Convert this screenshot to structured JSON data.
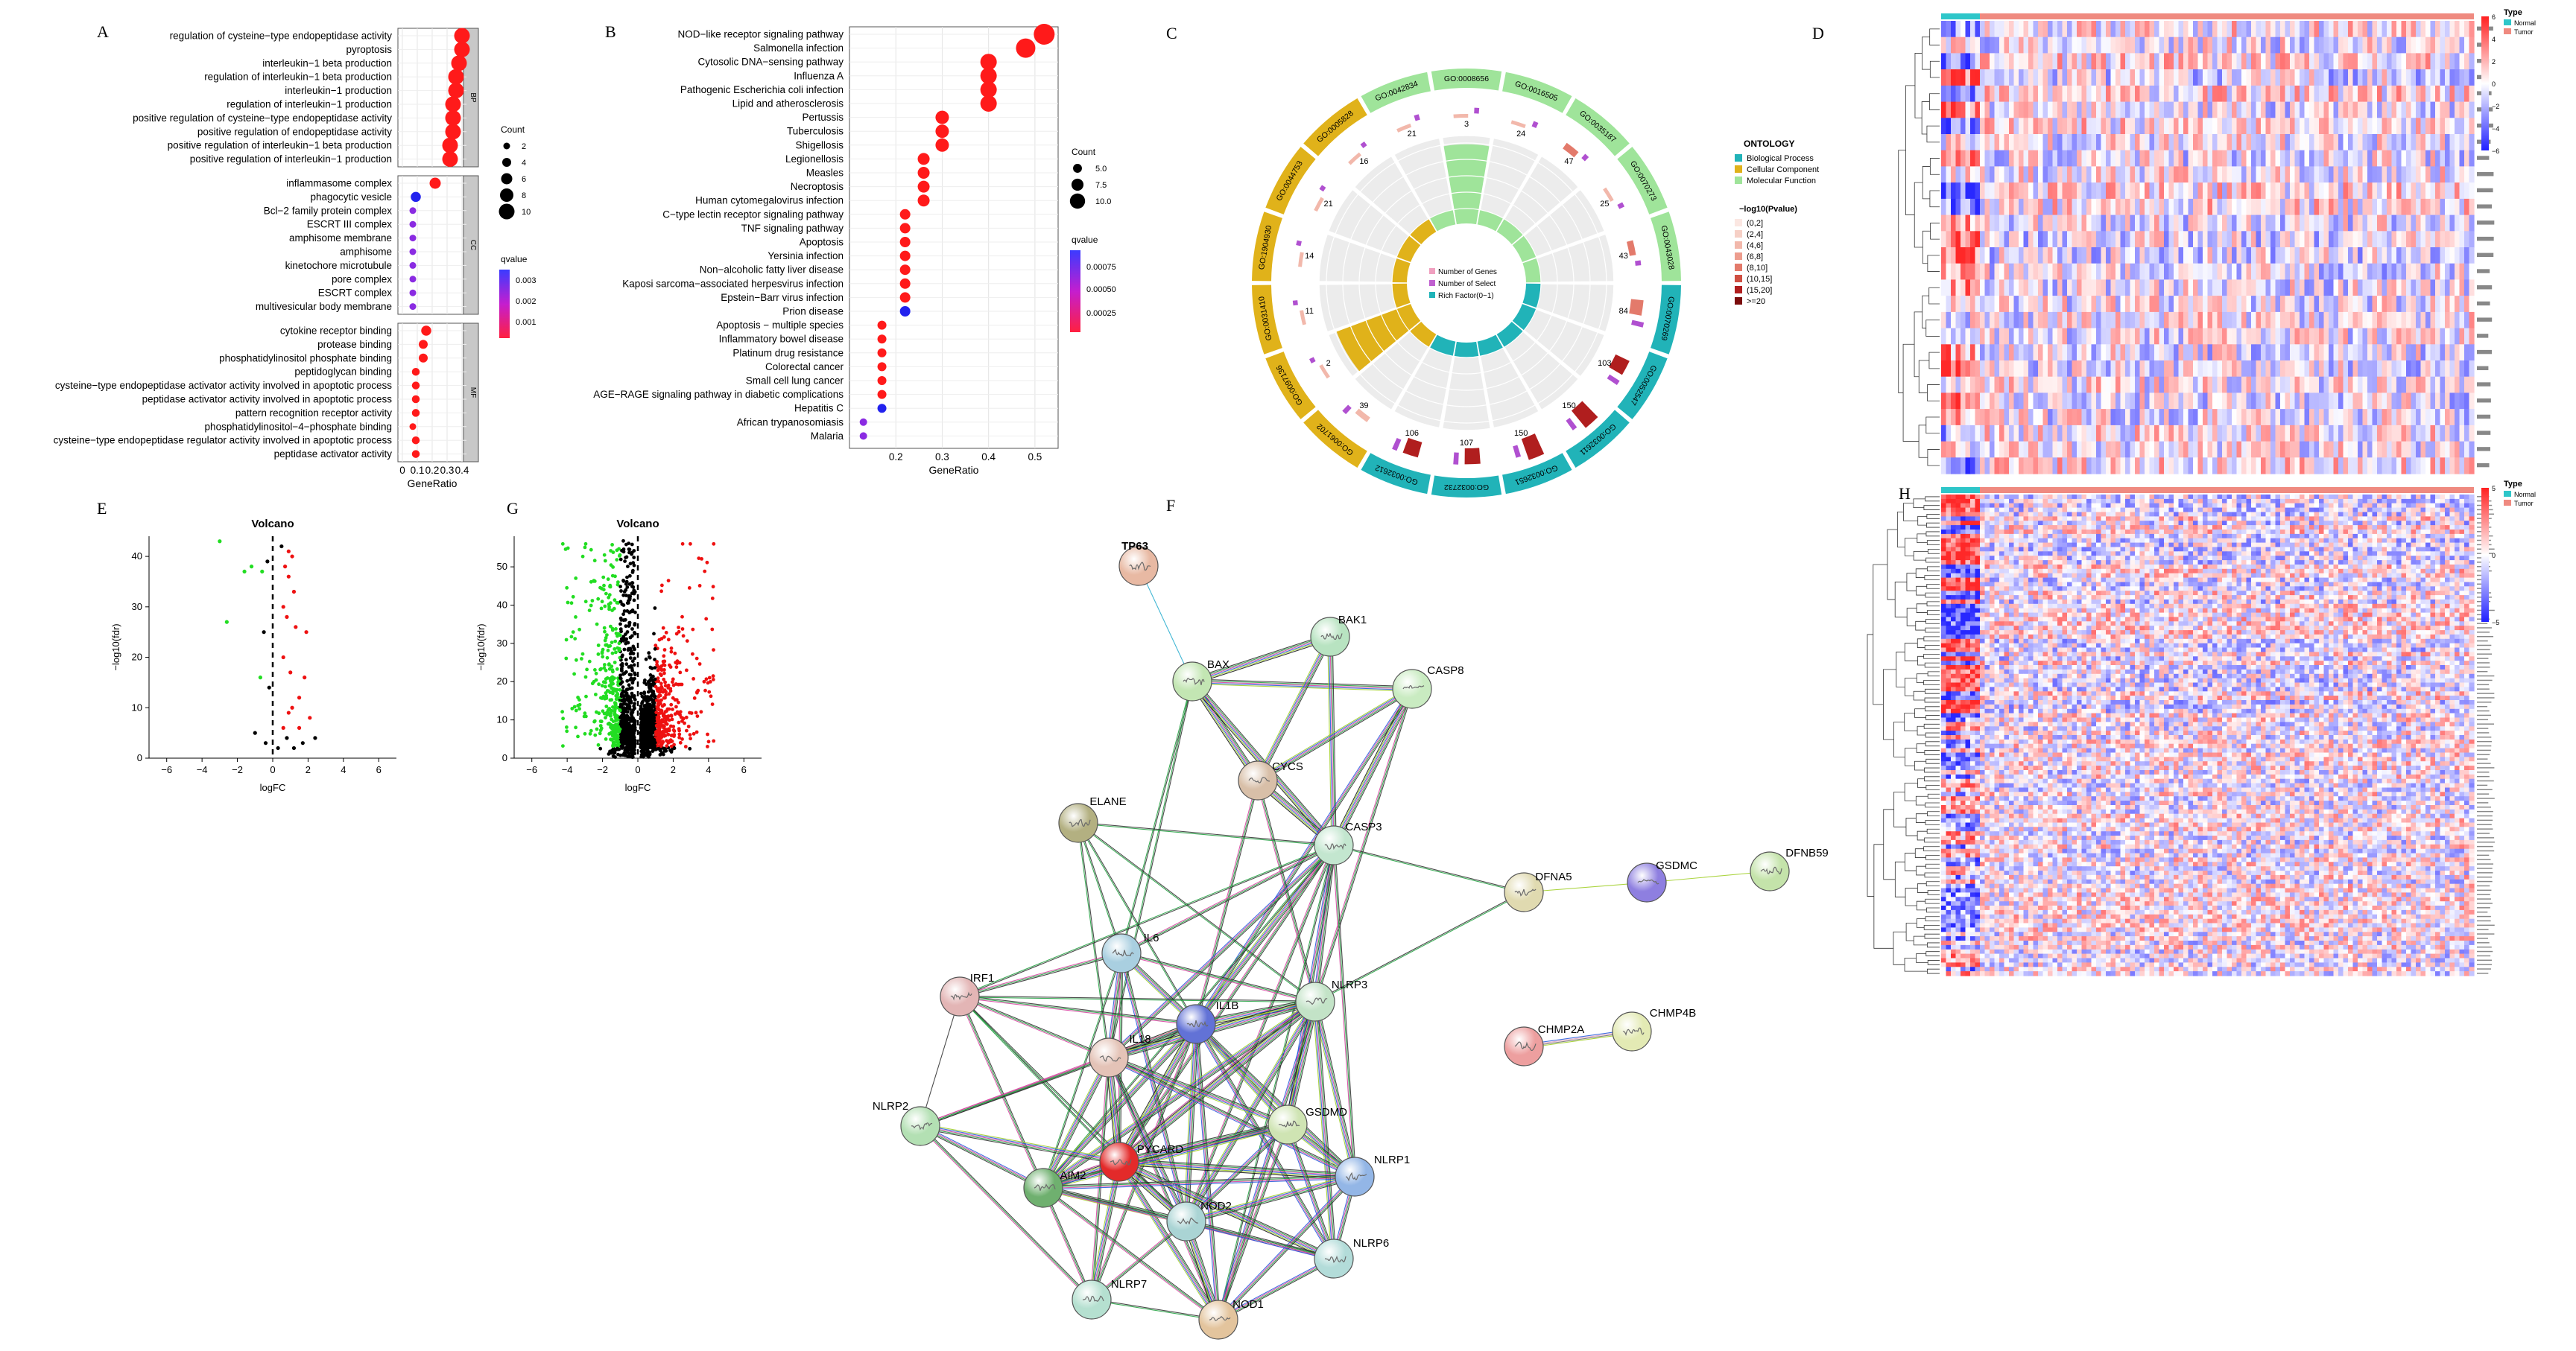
{
  "panel_letters": [
    "A",
    "B",
    "C",
    "D",
    "E",
    "G",
    "F",
    "H"
  ],
  "colors": {
    "red": "#ff1a1a",
    "blue": "#2222ee",
    "purple": "#8a2be2",
    "up": "#ee1111",
    "down": "#22dd22",
    "ns": "#000000",
    "bp": "#21b3b8",
    "cc": "#e0b21a",
    "mf": "#9fe49a",
    "normal": "#2ec6c9",
    "tumor": "#ef8a80"
  },
  "chart_data": [
    {
      "id": "A",
      "type": "scatter",
      "xlabel": "GeneRatio",
      "ticks": [
        "0",
        "0.1",
        "0.2",
        "0.3",
        "0.4"
      ],
      "groups": [
        {
          "name": "BP",
          "rows": [
            {
              "term": "regulation of cysteine−type endopeptidase activity",
              "x": 0.4,
              "count": 10,
              "color": "red"
            },
            {
              "term": "pyroptosis",
              "x": 0.4,
              "count": 10,
              "color": "red"
            },
            {
              "term": "interleukin−1 beta production",
              "x": 0.38,
              "count": 10,
              "color": "red"
            },
            {
              "term": "regulation of interleukin−1 beta production",
              "x": 0.36,
              "count": 10,
              "color": "red"
            },
            {
              "term": "interleukin−1 production",
              "x": 0.36,
              "count": 10,
              "color": "red"
            },
            {
              "term": "regulation of interleukin−1 production",
              "x": 0.34,
              "count": 10,
              "color": "red"
            },
            {
              "term": "positive regulation of cysteine−type endopeptidase activity",
              "x": 0.34,
              "count": 10,
              "color": "red"
            },
            {
              "term": "positive regulation of endopeptidase activity",
              "x": 0.34,
              "count": 10,
              "color": "red"
            },
            {
              "term": "positive regulation of interleukin−1 beta production",
              "x": 0.32,
              "count": 10,
              "color": "red"
            },
            {
              "term": "positive regulation of interleukin−1 production",
              "x": 0.32,
              "count": 10,
              "color": "red"
            }
          ]
        },
        {
          "name": "CC",
          "rows": [
            {
              "term": "inflammasome complex",
              "x": 0.22,
              "count": 6,
              "color": "red"
            },
            {
              "term": "phagocytic vesicle",
              "x": 0.09,
              "count": 5,
              "color": "blue"
            },
            {
              "term": "Bcl−2 family protein complex",
              "x": 0.07,
              "count": 2,
              "color": "purple"
            },
            {
              "term": "ESCRT III complex",
              "x": 0.07,
              "count": 2,
              "color": "purple"
            },
            {
              "term": "amphisome membrane",
              "x": 0.07,
              "count": 2,
              "color": "purple"
            },
            {
              "term": "amphisome",
              "x": 0.07,
              "count": 2,
              "color": "purple"
            },
            {
              "term": "kinetochore microtubule",
              "x": 0.07,
              "count": 2,
              "color": "purple"
            },
            {
              "term": "pore complex",
              "x": 0.07,
              "count": 2,
              "color": "purple"
            },
            {
              "term": "ESCRT complex",
              "x": 0.07,
              "count": 2,
              "color": "purple"
            },
            {
              "term": "multivesicular body membrane",
              "x": 0.07,
              "count": 2,
              "color": "purple"
            }
          ]
        },
        {
          "name": "MF",
          "rows": [
            {
              "term": "cytokine receptor binding",
              "x": 0.16,
              "count": 5,
              "color": "red"
            },
            {
              "term": "protease binding",
              "x": 0.14,
              "count": 4,
              "color": "red"
            },
            {
              "term": "phosphatidylinositol phosphate binding",
              "x": 0.14,
              "count": 4,
              "color": "red"
            },
            {
              "term": "peptidoglycan binding",
              "x": 0.09,
              "count": 3,
              "color": "red"
            },
            {
              "term": "cysteine−type endopeptidase activator activity involved in apoptotic process",
              "x": 0.09,
              "count": 3,
              "color": "red"
            },
            {
              "term": "peptidase activator activity involved in apoptotic process",
              "x": 0.09,
              "count": 3,
              "color": "red"
            },
            {
              "term": "pattern recognition receptor activity",
              "x": 0.09,
              "count": 3,
              "color": "red"
            },
            {
              "term": "phosphatidylinositol−4−phosphate binding",
              "x": 0.07,
              "count": 2,
              "color": "red"
            },
            {
              "term": "cysteine−type endopeptidase regulator activity involved in apoptotic process",
              "x": 0.09,
              "count": 3,
              "color": "red"
            },
            {
              "term": "peptidase activator activity",
              "x": 0.09,
              "count": 3,
              "color": "red"
            }
          ]
        }
      ],
      "legend_size": {
        "title": "Count",
        "values": [
          "2",
          "4",
          "6",
          "8",
          "10"
        ]
      },
      "legend_color": {
        "title": "qvalue",
        "values": [
          "0.003",
          "0.002",
          "0.001"
        ]
      }
    },
    {
      "id": "B",
      "type": "scatter",
      "xlabel": "GeneRatio",
      "ticks": [
        "0.2",
        "0.3",
        "0.4",
        "0.5"
      ],
      "rows": [
        {
          "term": "NOD−like receptor signaling pathway",
          "x": 0.52,
          "count": 12,
          "color": "red"
        },
        {
          "term": "Salmonella infection",
          "x": 0.48,
          "count": 11,
          "color": "red"
        },
        {
          "term": "Cytosolic DNA−sensing pathway",
          "x": 0.4,
          "count": 9,
          "color": "red"
        },
        {
          "term": "Influenza A",
          "x": 0.4,
          "count": 9,
          "color": "red"
        },
        {
          "term": "Pathogenic Escherichia coli infection",
          "x": 0.4,
          "count": 9,
          "color": "red"
        },
        {
          "term": "Lipid and atherosclerosis",
          "x": 0.4,
          "count": 9,
          "color": "red"
        },
        {
          "term": "Pertussis",
          "x": 0.3,
          "count": 7,
          "color": "red"
        },
        {
          "term": "Tuberculosis",
          "x": 0.3,
          "count": 7,
          "color": "red"
        },
        {
          "term": "Shigellosis",
          "x": 0.3,
          "count": 7,
          "color": "red"
        },
        {
          "term": "Legionellosis",
          "x": 0.26,
          "count": 6,
          "color": "red"
        },
        {
          "term": "Measles",
          "x": 0.26,
          "count": 6,
          "color": "red"
        },
        {
          "term": "Necroptosis",
          "x": 0.26,
          "count": 6,
          "color": "red"
        },
        {
          "term": "Human cytomegalovirus infection",
          "x": 0.26,
          "count": 6,
          "color": "red"
        },
        {
          "term": "C−type lectin receptor signaling pathway",
          "x": 0.22,
          "count": 5,
          "color": "red"
        },
        {
          "term": "TNF signaling pathway",
          "x": 0.22,
          "count": 5,
          "color": "red"
        },
        {
          "term": "Apoptosis",
          "x": 0.22,
          "count": 5,
          "color": "red"
        },
        {
          "term": "Yersinia infection",
          "x": 0.22,
          "count": 5,
          "color": "red"
        },
        {
          "term": "Non−alcoholic fatty liver disease",
          "x": 0.22,
          "count": 5,
          "color": "red"
        },
        {
          "term": "Kaposi sarcoma−associated herpesvirus infection",
          "x": 0.22,
          "count": 5,
          "color": "red"
        },
        {
          "term": "Epstein−Barr virus infection",
          "x": 0.22,
          "count": 5,
          "color": "red"
        },
        {
          "term": "Prion disease",
          "x": 0.22,
          "count": 5,
          "color": "blue"
        },
        {
          "term": "Apoptosis − multiple species",
          "x": 0.17,
          "count": 4,
          "color": "red"
        },
        {
          "term": "Inflammatory bowel disease",
          "x": 0.17,
          "count": 4,
          "color": "red"
        },
        {
          "term": "Platinum drug resistance",
          "x": 0.17,
          "count": 4,
          "color": "red"
        },
        {
          "term": "Colorectal cancer",
          "x": 0.17,
          "count": 4,
          "color": "red"
        },
        {
          "term": "Small cell lung cancer",
          "x": 0.17,
          "count": 4,
          "color": "red"
        },
        {
          "term": "AGE−RAGE signaling pathway in diabetic complications",
          "x": 0.17,
          "count": 4,
          "color": "red"
        },
        {
          "term": "Hepatitis C",
          "x": 0.17,
          "count": 4,
          "color": "blue"
        },
        {
          "term": "African trypanosomiasis",
          "x": 0.13,
          "count": 3,
          "color": "purple"
        },
        {
          "term": "Malaria",
          "x": 0.13,
          "count": 3,
          "color": "purple"
        }
      ],
      "legend_size": {
        "title": "Count",
        "values": [
          "5.0",
          "7.5",
          "10.0"
        ]
      },
      "legend_color": {
        "title": "qvalue",
        "values": [
          "0.00075",
          "0.00050",
          "0.00025"
        ]
      }
    },
    {
      "id": "E",
      "type": "scatter",
      "title": "Volcano",
      "xlabel": "logFC",
      "ylabel": "−log10(fdr)",
      "xticks": [
        "−6",
        "−4",
        "−2",
        "0",
        "2",
        "4",
        "6"
      ],
      "yticks": [
        "0",
        "10",
        "20",
        "30",
        "40"
      ],
      "xlim": [
        -7,
        7
      ],
      "ylim": [
        0,
        44
      ],
      "points": [
        [
          -2.6,
          27
        ],
        [
          -3.0,
          43
        ],
        [
          -1.6,
          37
        ],
        [
          -1.2,
          38
        ],
        [
          -0.6,
          37
        ],
        [
          -0.3,
          39
        ],
        [
          -0.5,
          25
        ],
        [
          -0.7,
          16
        ],
        [
          -0.2,
          14
        ],
        [
          -1.0,
          5
        ],
        [
          -0.4,
          3
        ],
        [
          0.3,
          2
        ],
        [
          0.6,
          6
        ],
        [
          0.8,
          4
        ],
        [
          1.2,
          2
        ],
        [
          0.5,
          42
        ],
        [
          0.9,
          41
        ],
        [
          1.1,
          40
        ],
        [
          0.7,
          38
        ],
        [
          0.9,
          36
        ],
        [
          1.2,
          33
        ],
        [
          0.6,
          30
        ],
        [
          0.8,
          28
        ],
        [
          1.3,
          26
        ],
        [
          1.9,
          25
        ],
        [
          0.6,
          20
        ],
        [
          1.0,
          17
        ],
        [
          1.8,
          16
        ],
        [
          1.5,
          12
        ],
        [
          0.9,
          9
        ],
        [
          1.1,
          10
        ],
        [
          2.1,
          8
        ],
        [
          1.5,
          6
        ],
        [
          2.4,
          4
        ],
        [
          1.7,
          3
        ]
      ]
    },
    {
      "id": "G",
      "type": "scatter",
      "title": "Volcano",
      "xlabel": "logFC",
      "ylabel": "−log10(fdr)",
      "xticks": [
        "−6",
        "−4",
        "−2",
        "0",
        "2",
        "4",
        "6"
      ],
      "yticks": [
        "0",
        "10",
        "20",
        "30",
        "40",
        "50"
      ],
      "xlim": [
        -7,
        7
      ],
      "ylim": [
        0,
        58
      ],
      "points_note": "dense cloud of ~1700 differentially expressed genes"
    },
    {
      "id": "C",
      "type": "circos",
      "terms": [
        {
          "id": "GO:0042834",
          "cat": "mf",
          "genes": 21,
          "select": 3
        },
        {
          "id": "GO:0008656",
          "cat": "mf",
          "genes": 3,
          "select": 3
        },
        {
          "id": "GO:0016505",
          "cat": "mf",
          "genes": 24,
          "select": 3
        },
        {
          "id": "GO:0035187",
          "cat": "mf",
          "genes": 47,
          "select": 3
        },
        {
          "id": "GO:0070273",
          "cat": "mf",
          "genes": 25,
          "select": 3
        },
        {
          "id": "GO:0043028",
          "cat": "mf",
          "genes": 43,
          "select": 3
        },
        {
          "id": "GO:0070269",
          "cat": "bp",
          "genes": 84,
          "select": 10
        },
        {
          "id": "GO:0052547",
          "cat": "bp",
          "genes": 103,
          "select": 10
        },
        {
          "id": "GO:0032611",
          "cat": "bp",
          "genes": 150,
          "select": 10
        },
        {
          "id": "GO:0032651",
          "cat": "bp",
          "genes": 150,
          "select": 10
        },
        {
          "id": "GO:0032732",
          "cat": "bp",
          "genes": 107,
          "select": 10
        },
        {
          "id": "GO:0032612",
          "cat": "bp",
          "genes": 106,
          "select": 10
        },
        {
          "id": "GO:0061702",
          "cat": "cc",
          "genes": 39,
          "select": 6
        },
        {
          "id": "GO:0097136",
          "cat": "cc",
          "genes": 2,
          "select": 2
        },
        {
          "id": "GO:0031410",
          "cat": "cc",
          "genes": 11,
          "select": 2
        },
        {
          "id": "GO:1904930",
          "cat": "cc",
          "genes": 14,
          "select": 2
        },
        {
          "id": "GO:0044753",
          "cat": "cc",
          "genes": 21,
          "select": 2
        },
        {
          "id": "GO:0005828",
          "cat": "cc",
          "genes": 16,
          "select": 2
        }
      ],
      "legend_title": "ONTOLOGY",
      "legend_items": [
        "Biological Process",
        "Cellular Component",
        "Molecular Function"
      ],
      "pvalue_title": "−log10(Pvalue)",
      "pvalue_items": [
        "(0,2]",
        "(2,4]",
        "(4,6]",
        "(6,8]",
        "(8,10]",
        "(10,15]",
        "(15,20]",
        ">=20"
      ],
      "center_items": [
        "Number of Genes",
        "Number of Select",
        "Rich Factor(0~1)"
      ]
    },
    {
      "id": "D",
      "type": "heatmap",
      "annotation": {
        "title": "Type",
        "levels": [
          "Normal",
          "Tumor"
        ]
      },
      "scale": [
        "6",
        "4",
        "2",
        "0",
        "−2",
        "−4",
        "−6"
      ],
      "rows": 28
    },
    {
      "id": "H",
      "type": "heatmap",
      "annotation": {
        "title": "Type",
        "levels": [
          "Normal",
          "Tumor"
        ]
      },
      "scale": [
        "5",
        "0",
        "−5"
      ],
      "rows": 110
    }
  ],
  "network": {
    "nodes": [
      {
        "name": "TP63",
        "color": "#e8b9a3"
      },
      {
        "name": "BAK1",
        "color": "#b8e3c1"
      },
      {
        "name": "BAX",
        "color": "#c3e6b3"
      },
      {
        "name": "CASP8",
        "color": "#c9ebc1"
      },
      {
        "name": "CYCS",
        "color": "#d8bfa8"
      },
      {
        "name": "ELANE",
        "color": "#b3b081"
      },
      {
        "name": "CASP3",
        "color": "#c3e6cf"
      },
      {
        "name": "DFNA5",
        "color": "#e0dab0"
      },
      {
        "name": "GSDMC",
        "color": "#8e7fe0"
      },
      {
        "name": "DFNB59",
        "color": "#c4e3aa"
      },
      {
        "name": "IL6",
        "color": "#a9cfe0"
      },
      {
        "name": "IRF1",
        "color": "#e3b5b5"
      },
      {
        "name": "IL1B",
        "color": "#6272d6"
      },
      {
        "name": "NLRP3",
        "color": "#c3e3c7"
      },
      {
        "name": "IL18",
        "color": "#e4c3b7"
      },
      {
        "name": "CHMP2A",
        "color": "#ed9f9f"
      },
      {
        "name": "CHMP4B",
        "color": "#e3eab4"
      },
      {
        "name": "NLRP2",
        "color": "#b3e0b3"
      },
      {
        "name": "GSDMD",
        "color": "#cfe4b3"
      },
      {
        "name": "PYCARD",
        "color": "#e32a2a"
      },
      {
        "name": "AIM2",
        "color": "#6fb06f"
      },
      {
        "name": "NLRP1",
        "color": "#93b6e6"
      },
      {
        "name": "NOD2",
        "color": "#aad4d4"
      },
      {
        "name": "NLRP6",
        "color": "#b3dcd9"
      },
      {
        "name": "NLRP7",
        "color": "#b5e0d0"
      },
      {
        "name": "NOD1",
        "color": "#e3c49d"
      }
    ]
  }
}
